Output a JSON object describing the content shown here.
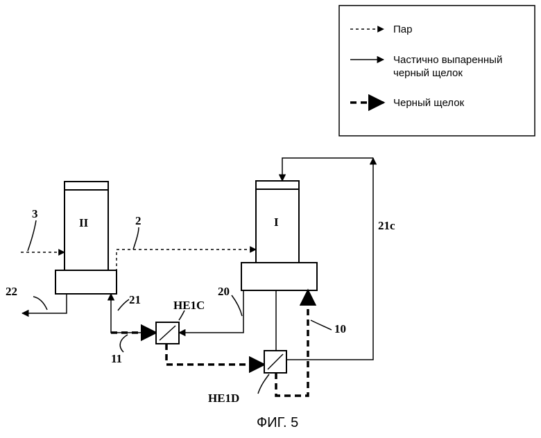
{
  "legend": {
    "steam": "Пар",
    "partial_line1": "Частично выпаренный",
    "partial_line2": "черный щелок",
    "black_liquor": "Черный щелок"
  },
  "labels": {
    "stage2": "II",
    "stage1": "I",
    "s3": "3",
    "s2": "2",
    "s22": "22",
    "s21": "21",
    "s20": "20",
    "s21c": "21c",
    "s10": "10",
    "s11": "11",
    "he1c": "HE1C",
    "he1d": "HE1D"
  },
  "caption": "ФИГ. 5"
}
